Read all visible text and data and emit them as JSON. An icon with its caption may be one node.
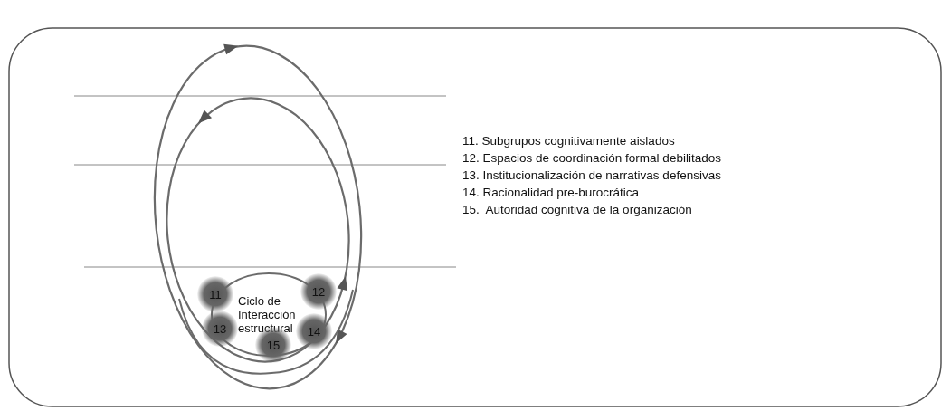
{
  "diagram": {
    "nodes": [
      {
        "text": [
          "Ciclo de Interacción estructural"
        ]
      },
      {
        "text": [
          "11"
        ]
      },
      {
        "text": [
          "12"
        ]
      },
      {
        "text": [
          "13"
        ]
      },
      {
        "text": [
          "14"
        ]
      },
      {
        "text": [
          "15"
        ]
      }
    ],
    "labels": [
      "11. Subgrupos cognitivamente aislados",
      "12. Espacios de coordinación formal debilitados",
      "13. Institucionalización de narrativas defensivas",
      "14. Racionalidad pre-burocrática",
      "15.  Autoridad cognitiva de la organización"
    ]
  }
}
